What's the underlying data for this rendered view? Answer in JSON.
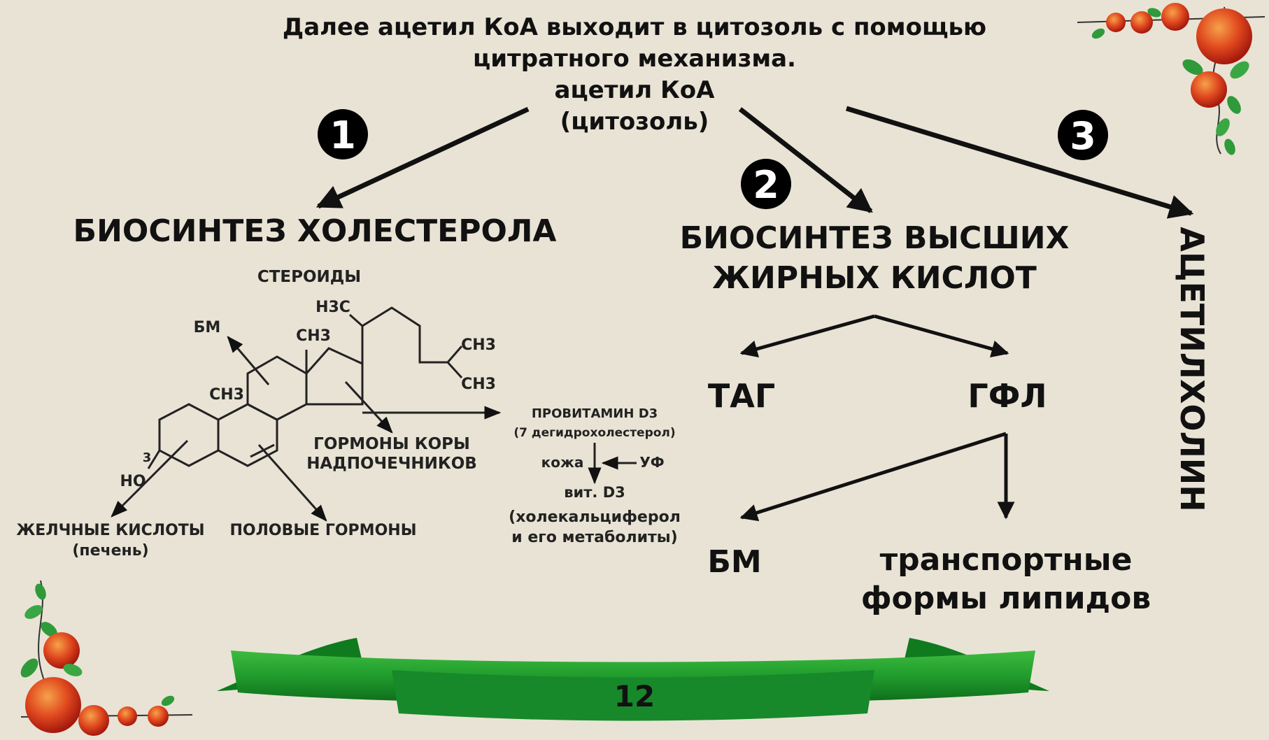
{
  "header": {
    "line1": "Далее ацетил КоА выходит в цитозоль с помощью",
    "line2": "цитратного механизма.",
    "line3": "ацетил КоА",
    "line4": "(цитозоль)"
  },
  "branches": [
    {
      "number": "1",
      "title": "БИОСИНТЕЗ ХОЛЕСТЕРОЛА"
    },
    {
      "number": "2",
      "title_line1": "БИОСИНТЕЗ ВЫСШИХ",
      "title_line2": "ЖИРНЫХ КИСЛОТ"
    },
    {
      "number": "3",
      "title": "АЦЕТИЛХОЛИН"
    }
  ],
  "steroid": {
    "top_label": "СТЕРОИДЫ",
    "bm": "БМ",
    "h3c": "H3C",
    "ch3_a": "CH3",
    "ch3_b": "CH3",
    "ch3_c": "CH3",
    "ch3_d": "CH3",
    "position3": "3",
    "ho": "HO",
    "hormones_line1": "ГОРМОНЫ КОРЫ",
    "hormones_line2": "НАДПОЧЕЧНИКОВ",
    "bile_line1": "ЖЕЛЧНЫЕ КИСЛОТЫ",
    "bile_line2": "(печень)",
    "sex_hormones": "ПОЛОВЫЕ ГОРМОНЫ"
  },
  "vitamin": {
    "provitamin": "ПРОВИТАМИН D3",
    "provitamin_sub": "(7 дегидрохолестерол)",
    "skin": "кожа",
    "uv": "УФ",
    "vit": "вит. D3",
    "vit_sub1": "(холекальциферол",
    "vit_sub2": "и его метаболиты)"
  },
  "fatty": {
    "tag": "ТАГ",
    "gfl": "ГФЛ",
    "bm": "БМ",
    "transport_line1": "транспортные",
    "transport_line2": "формы липидов"
  },
  "footer": {
    "page_number": "12"
  },
  "colors": {
    "background": "#e9e3d5",
    "ribbon": "#1f9a2c",
    "apple": "#d8321a",
    "leaf": "#2f9a3a"
  }
}
